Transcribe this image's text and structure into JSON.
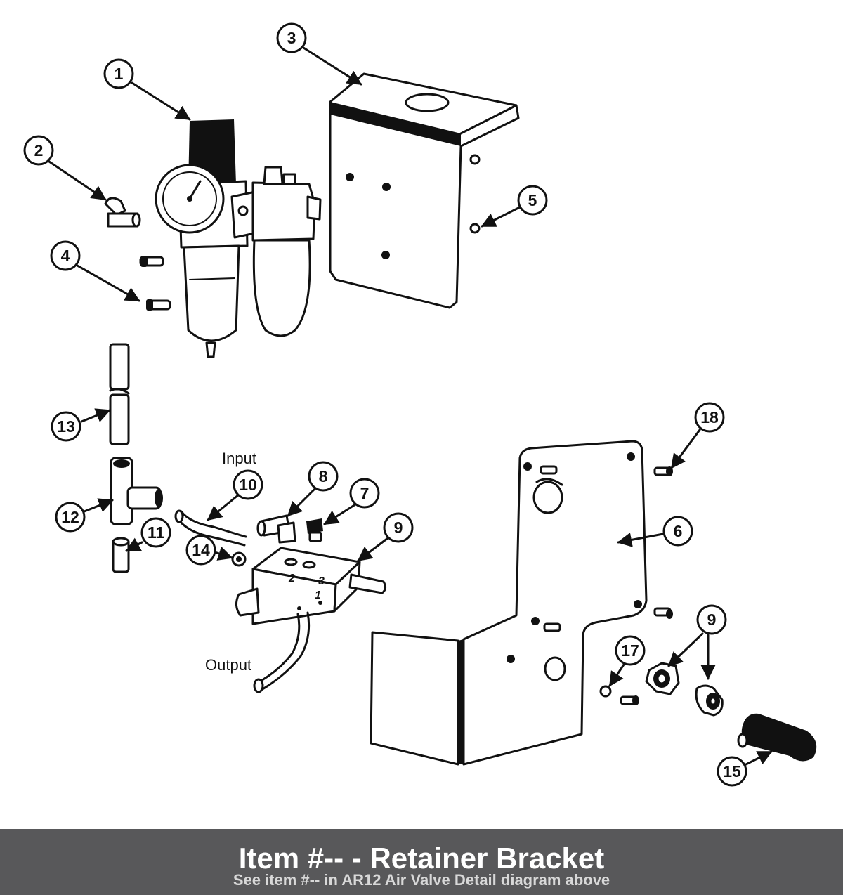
{
  "callouts": [
    {
      "id": "c1",
      "label": "1"
    },
    {
      "id": "c2",
      "label": "2"
    },
    {
      "id": "c3",
      "label": "3"
    },
    {
      "id": "c4",
      "label": "4"
    },
    {
      "id": "c5",
      "label": "5"
    },
    {
      "id": "c6",
      "label": "6"
    },
    {
      "id": "c7",
      "label": "7"
    },
    {
      "id": "c8",
      "label": "8"
    },
    {
      "id": "c9a",
      "label": "9"
    },
    {
      "id": "c9b",
      "label": "9"
    },
    {
      "id": "c10",
      "label": "10"
    },
    {
      "id": "c11",
      "label": "11"
    },
    {
      "id": "c12",
      "label": "12"
    },
    {
      "id": "c13",
      "label": "13"
    },
    {
      "id": "c14",
      "label": "14"
    },
    {
      "id": "c15",
      "label": "15"
    },
    {
      "id": "c17",
      "label": "17"
    },
    {
      "id": "c18",
      "label": "18"
    }
  ],
  "labels": {
    "input": "Input",
    "output": "Output"
  },
  "valve_ports": {
    "port1": "1",
    "port2": "2",
    "port3": "3"
  },
  "caption": {
    "title": "Item #-- - Retainer Bracket",
    "subtitle": "See item #-- in AR12 Air Valve Detail diagram above"
  },
  "colors": {
    "caption_bar": "#58585a",
    "caption_title": "#ffffff",
    "caption_subtitle": "#d8d8d8",
    "line": "#111111"
  }
}
